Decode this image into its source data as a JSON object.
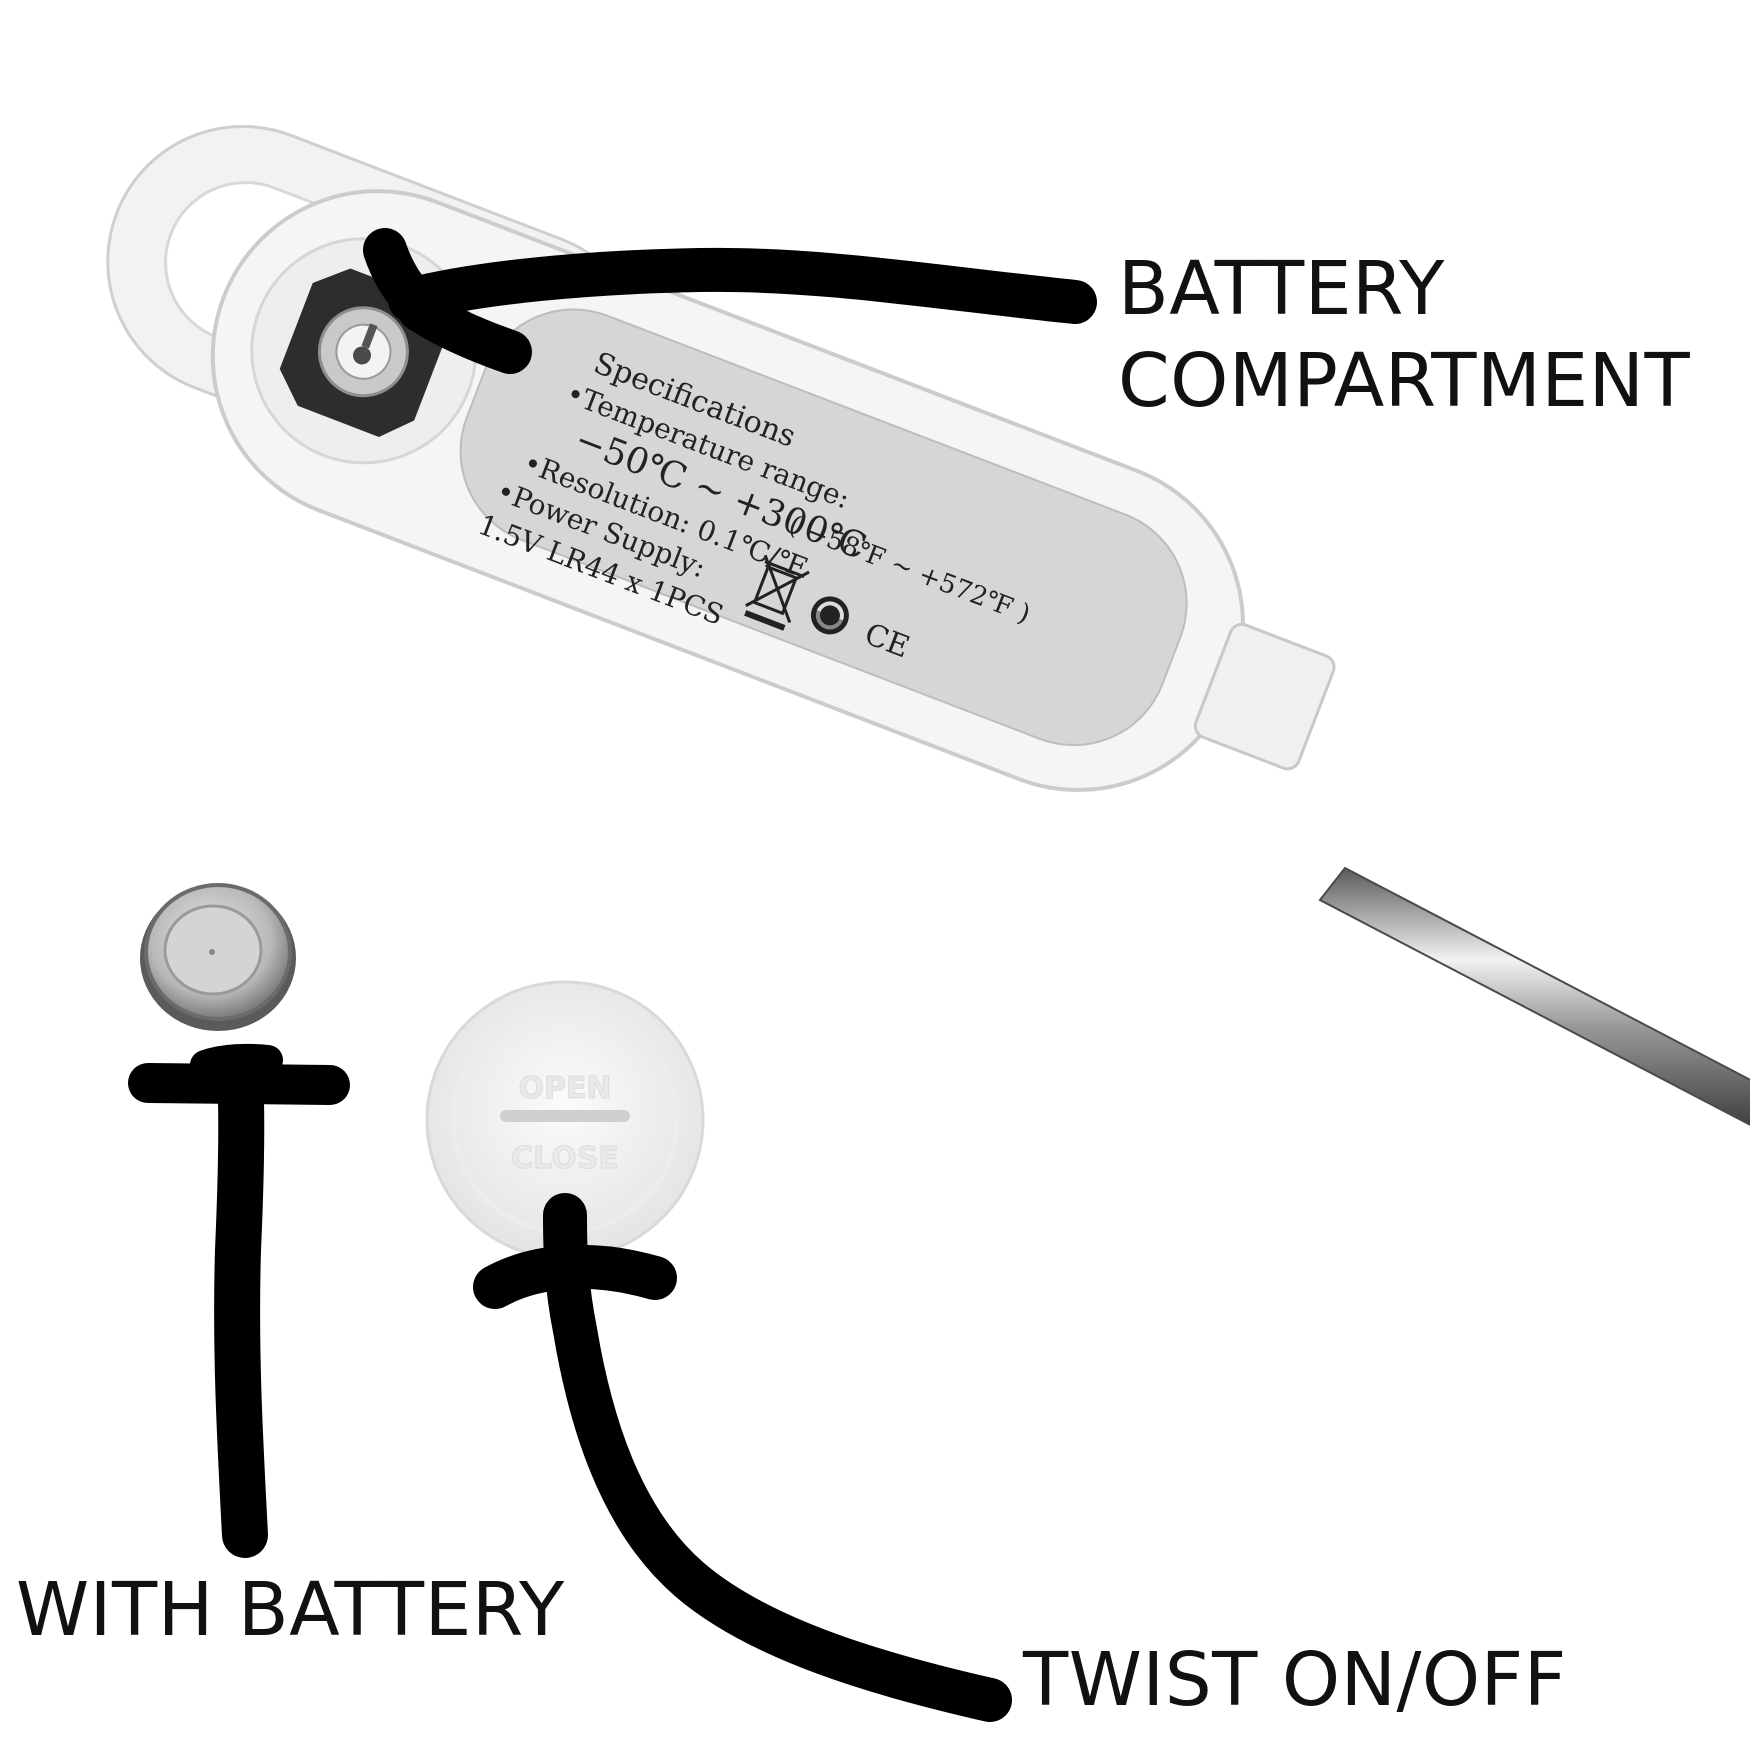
{
  "callouts": {
    "battery_compartment_line1": "BATTERY",
    "battery_compartment_line2": "COMPARTMENT",
    "with_battery": "WITH BATTERY",
    "twist": "TWIST ON/OFF"
  },
  "thermometer_label": {
    "heading": "Specifications",
    "temp_range_title": "•Temperature range:",
    "temp_range_c": "−50℃ ~ +300℃",
    "temp_range_f": "( −58℉ ~ +572℉ )",
    "resolution": "•Resolution: 0.1℃/℉",
    "power_title": "•Power Supply:",
    "power_value": "1.5V LR44 x 1PCS",
    "ce_mark": "CE"
  },
  "battery_cap": {
    "open_text": "OPEN",
    "close_text": "CLOSE"
  },
  "colors": {
    "background": "#ffffff",
    "thermometer_body": "#f4f4f4",
    "label_panel": "#d6d6d6",
    "annotation_ink": "#000000"
  }
}
